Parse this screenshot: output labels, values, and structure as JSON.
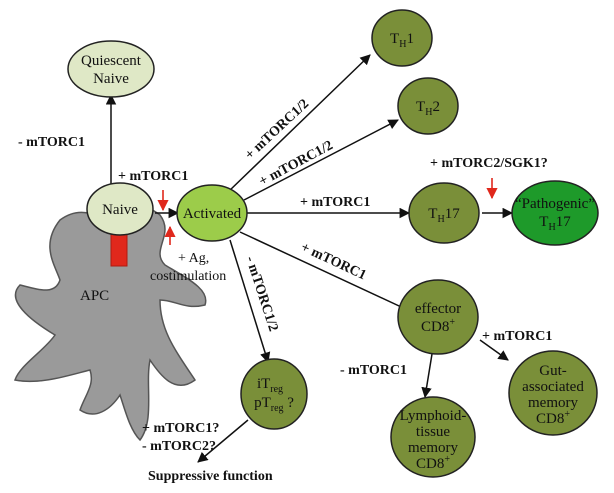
{
  "colors": {
    "quiescent_fill": "#dfe8c6",
    "naive_fill": "#dfe8c6",
    "activated_fill": "#9ccc4a",
    "effector_fill": "#7a8f39",
    "pathogenic_fill": "#1e9a2a",
    "apc_fill": "#9a9a9a",
    "mhc_fill": "#e0281c",
    "inhibit_arrow": "#e0281c",
    "edge": "#111111"
  },
  "nodes": {
    "quiescent": {
      "line1": "Quiescent",
      "line2": "Naive"
    },
    "naive": {
      "label": "Naive"
    },
    "apc": {
      "label": "APC"
    },
    "activated": {
      "label": "Activated"
    },
    "th1": {
      "main": "T",
      "sub": "H",
      "tail": "1"
    },
    "th2": {
      "main": "T",
      "sub": "H",
      "tail": "2"
    },
    "th17": {
      "main": "T",
      "sub": "H",
      "tail": "17"
    },
    "pathogenic": {
      "line1": "“Pathogenic”",
      "main": "T",
      "sub": "H",
      "tail": "17"
    },
    "effector": {
      "line1": "effector",
      "line2": "CD8",
      "sup": "+"
    },
    "itreg": {
      "main1": "iT",
      "sub1": "reg",
      "main2": "pT",
      "sub2": "reg",
      "tail2": " ?"
    },
    "lymphoid": {
      "line1": "Lymphoid-",
      "line2": "tissue",
      "line3": "memory",
      "line4": "CD8",
      "sup": "+"
    },
    "gut": {
      "line1": "Gut-",
      "line2": "associated",
      "line3": "memory",
      "line4": "CD8",
      "sup": "+"
    }
  },
  "edges": {
    "to_quiescent": "- mTORC1",
    "naive_to_activated": "+ mTORC1",
    "ag_line1": "+ Ag,",
    "ag_line2": "costimulation",
    "to_th1": "+ mTORC1/2",
    "to_th2": "+ mTORC1/2",
    "to_th17": "+ mTORC1",
    "to_pathogenic": "+ mTORC2/SGK1?",
    "to_effector": "+ mTORC1",
    "to_itreg": "- mTORC1/2",
    "to_lymphoid": "- mTORC1",
    "to_gut": "+ mTORC1",
    "itreg_line1": "+ mTORC1?",
    "itreg_line2": "- mTORC2?",
    "suppressive": "Suppressive function"
  }
}
